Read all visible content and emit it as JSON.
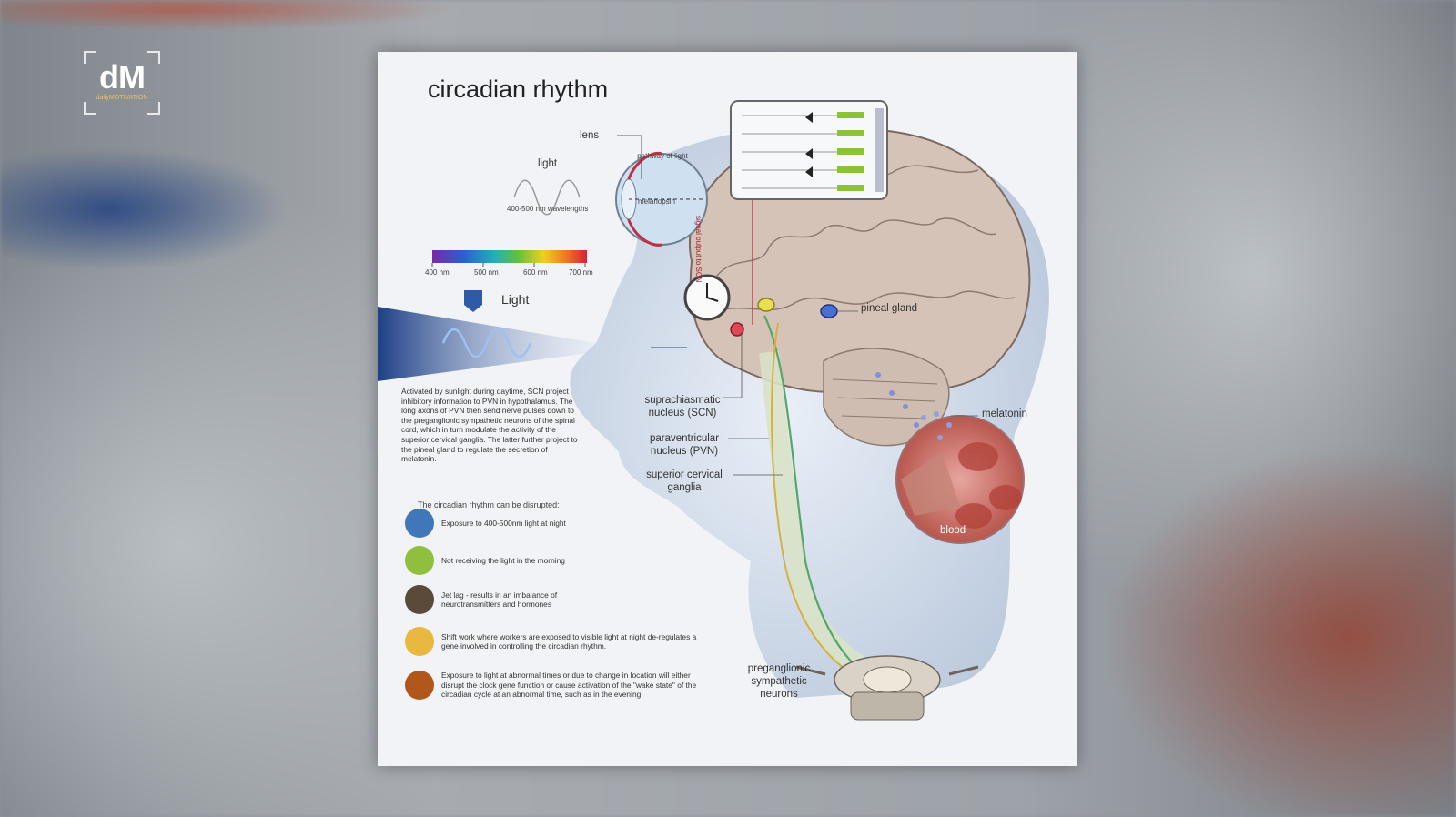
{
  "logo": {
    "mark": "dM",
    "sub": "dailyMOTIVATION"
  },
  "poster": {
    "title": "circadian rhythm",
    "eye": {
      "lens": "lens",
      "light": "light",
      "wavelengths": "400-500 nm wavelengths",
      "pathway": "pathway of light",
      "melanopsin": "melanopsin"
    },
    "spectrum": [
      "400 nm",
      "500 nm",
      "600 nm",
      "700 nm"
    ],
    "light_big": "Light",
    "signal_label": "signal output to SCN",
    "labels": {
      "pineal": "pineal gland",
      "melatonin": "melatonin",
      "blood": "blood",
      "scn": "suprachiasmatic nucleus (SCN)",
      "pvn": "paraventricular nucleus (PVN)",
      "scg": "superior cervical ganglia",
      "preganglionic": "preganglionic sympathetic neurons"
    },
    "paragraph": "Activated by sunlight during daytime, SCN project inhibitory information to PVN in hypothalamus. The long axons of PVN then send nerve pulses down to the preganglionic sympathetic neurons of the spinal cord, which in turn modulate the activity of the superior cervical ganglia. The latter further project to the pineal gland to regulate the secretion of melatonin.",
    "disrupt_heading": "The circadian rhythm can be disrupted:",
    "disruptions": [
      {
        "text": "Exposure to 400-500nm light at night",
        "color": "#3f77b8"
      },
      {
        "text": "Not receiving the light in the morning",
        "color": "#8fbf3f"
      },
      {
        "text": "Jet lag - results in an imbalance of neurotransmitters and hormones",
        "color": "#5a4a3a"
      },
      {
        "text": "Shift work where workers are exposed to visible light at night de-regulates a gene involved in controlling the circadian rhythm.",
        "color": "#e8b840"
      },
      {
        "text": "Exposure to light at abnormal times or due to change in location will either disrupt the clock gene function or cause activation of the \"wake state\" of the circadian cycle at an abnormal time, such as in the evening.",
        "color": "#b0581c"
      }
    ]
  }
}
